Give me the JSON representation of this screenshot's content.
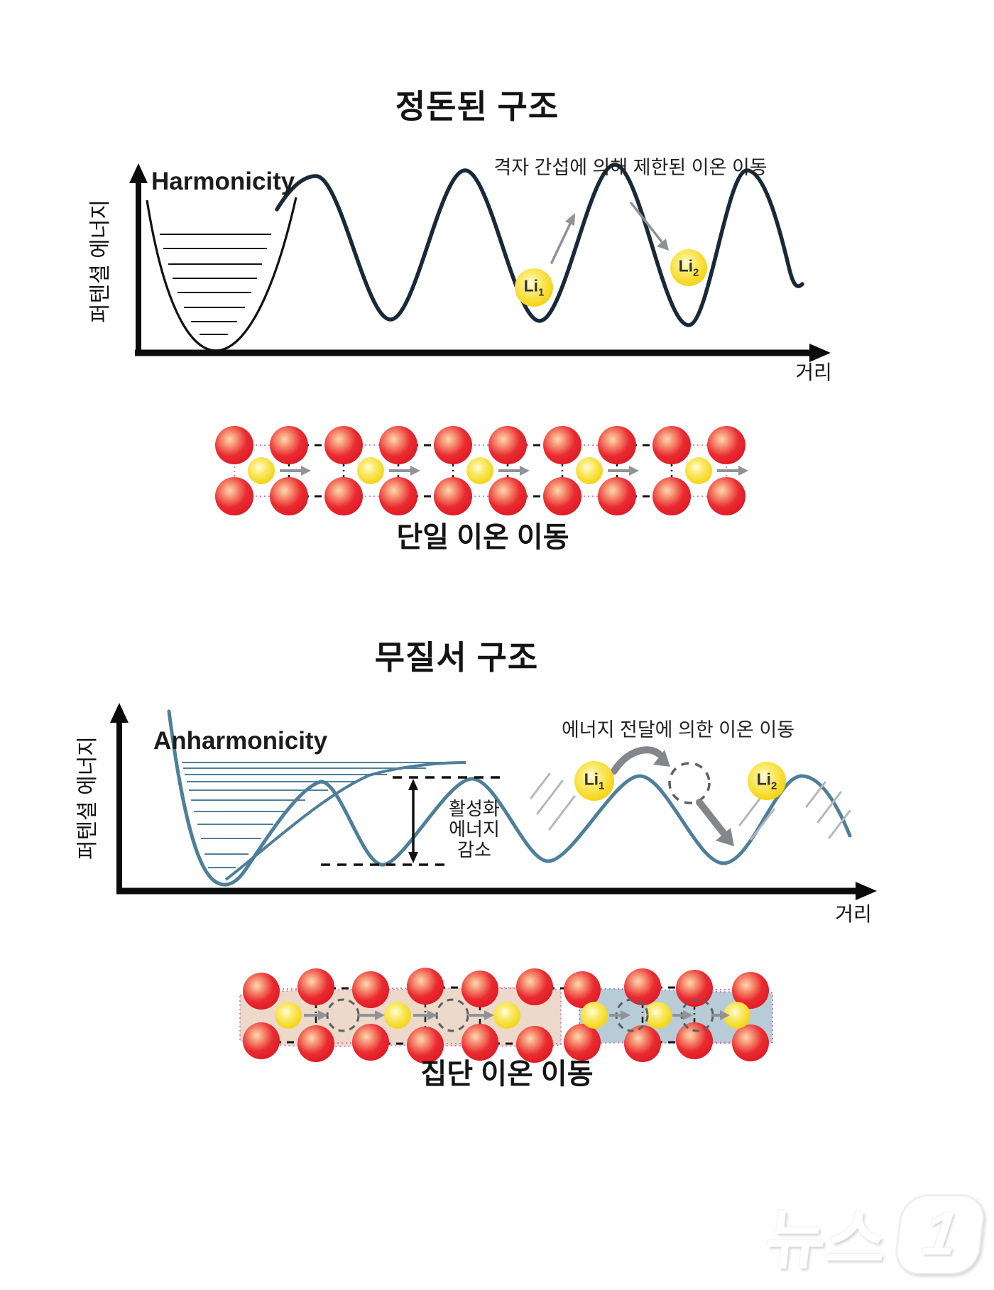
{
  "colors": {
    "navy_curve": "#18293a",
    "teal_curve": "#4e7f9a",
    "red_atom": "#e8242c",
    "yellow_ion": "#f6d71f",
    "gray_arrow": "#8f9398",
    "beige_region": "#ecd9ca",
    "blue_region": "#b8ccd8",
    "pink_dotted": "#ee7ec4",
    "axis_black": "#0b0b0b"
  },
  "top": {
    "title": "정돈된 구조",
    "harmonicity": "Harmonicity",
    "annotation": "격자 간섭에 의해 제한된 이온 이동",
    "y_label": "퍼텐셜 에너지",
    "x_label": "거리",
    "li1": {
      "symbol": "Li",
      "sub": "1"
    },
    "li2": {
      "symbol": "Li",
      "sub": "2"
    },
    "lattice_label": "단일 이온 이동"
  },
  "bottom": {
    "title": "무질서 구조",
    "anharmonicity": "Anharmonicity",
    "annotation": "에너지 전달에 의한 이온 이동",
    "activation_line1": "활성화",
    "activation_line2": "에너지",
    "activation_line3": "감소",
    "y_label": "퍼텐셜 에너지",
    "x_label": "거리",
    "li1": {
      "symbol": "Li",
      "sub": "1"
    },
    "li2": {
      "symbol": "Li",
      "sub": "2"
    },
    "lattice_label": "집단 이온 이동"
  },
  "watermark": {
    "brand": "뉴스",
    "one": "1"
  }
}
